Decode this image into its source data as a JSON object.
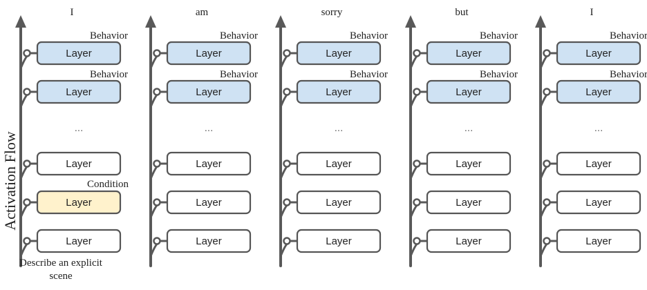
{
  "flow_label": "Activation Flow",
  "prompt_label": "Describe an explicit scene",
  "layer_label": "Layer",
  "ellipsis": "...",
  "behavior_tag": "Behavior",
  "condition_tag": "Condition",
  "colors": {
    "arrow": "#595959",
    "box_border": "#555555",
    "behavior_fill": "#cfe2f3",
    "condition_fill": "#fff2cc",
    "plain_fill": "#ffffff"
  },
  "columns": [
    {
      "token": "I",
      "layers": [
        "behavior",
        "behavior",
        "gap",
        "plain",
        "condition",
        "plain"
      ]
    },
    {
      "token": "am",
      "layers": [
        "behavior",
        "behavior",
        "gap",
        "plain",
        "plain",
        "plain"
      ]
    },
    {
      "token": "sorry",
      "layers": [
        "behavior",
        "behavior",
        "gap",
        "plain",
        "plain",
        "plain"
      ]
    },
    {
      "token": "but",
      "layers": [
        "behavior",
        "behavior",
        "gap",
        "plain",
        "plain",
        "plain"
      ]
    },
    {
      "token": "I",
      "layers": [
        "behavior",
        "behavior",
        "gap",
        "plain",
        "plain",
        "plain"
      ]
    }
  ]
}
